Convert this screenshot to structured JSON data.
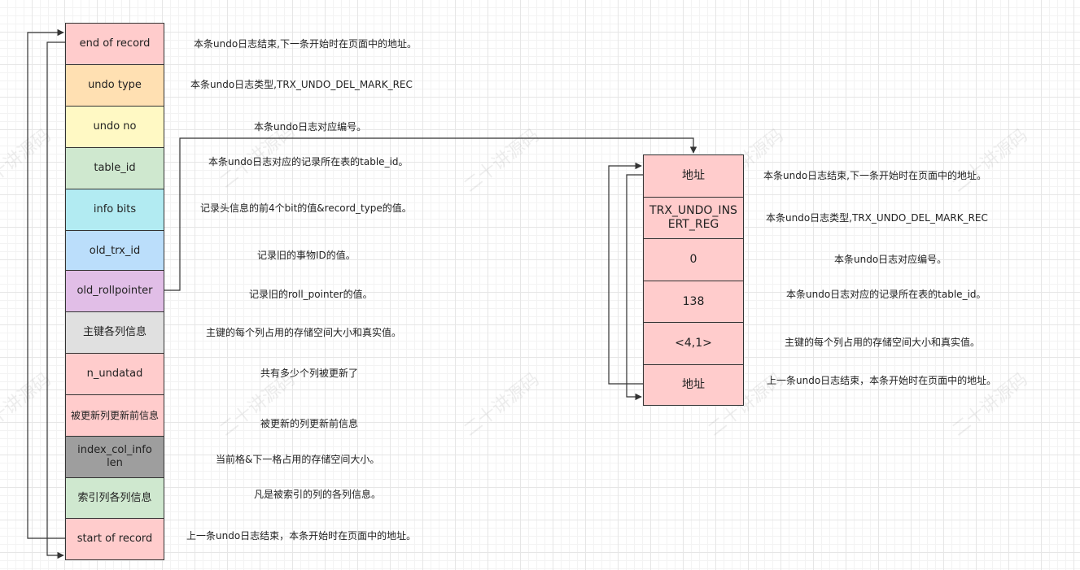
{
  "left_record": [
    {
      "label": "end of record",
      "color": "#ffcccc",
      "desc": "本条undo日志结束,下一条开始时在页面中的地址。"
    },
    {
      "label": "undo type",
      "color": "#ffe0b2",
      "desc": "本条undo日志类型,TRX_UNDO_DEL_MARK_REC"
    },
    {
      "label": "undo no",
      "color": "#fff9c4",
      "desc": "本条undo日志对应编号。"
    },
    {
      "label": "table_id",
      "color": "#cfe8cf",
      "desc": "本条undo日志对应的记录所在表的table_id。"
    },
    {
      "label": "info bits",
      "color": "#b2ebf2",
      "desc": "记录头信息的前4个bit的值&record_type的值。"
    },
    {
      "label": "old_trx_id",
      "color": "#bbdefb",
      "desc": "记录旧的事物ID的值。"
    },
    {
      "label": "old_rollpointer",
      "color": "#e1bee7",
      "desc": "记录旧的roll_pointer的值。"
    },
    {
      "label": "主键各列信息",
      "color": "#e0e0e0",
      "desc": "主键的每个列占用的存储空间大小和真实值。"
    },
    {
      "label": "n_undatad",
      "color": "#ffcccc",
      "desc": "共有多少个列被更新了"
    },
    {
      "label": "被更新列更新前信息",
      "color": "#ffcccc",
      "desc": "被更新的列更新前信息"
    },
    {
      "label": "index_col_info len",
      "color": "#9e9e9e",
      "desc": "当前格&下一格占用的存储空间大小。"
    },
    {
      "label": "索引列各列信息",
      "color": "#cfe8cf",
      "desc": "凡是被索引的列的各列信息。"
    },
    {
      "label": "start of record",
      "color": "#ffcccc",
      "desc": "上一条undo日志结束，本条开始时在页面中的地址。"
    }
  ],
  "right_record": [
    {
      "label": "地址",
      "color": "#ffcccc",
      "desc": "本条undo日志结束,下一条开始时在页面中的地址。"
    },
    {
      "label": "TRX_UNDO_INSERT_REG",
      "color": "#ffcccc",
      "desc": "本条undo日志类型,TRX_UNDO_DEL_MARK_REC"
    },
    {
      "label": "0",
      "color": "#ffcccc",
      "desc": "本条undo日志对应编号。"
    },
    {
      "label": "138",
      "color": "#ffcccc",
      "desc": "本条undo日志对应的记录所在表的table_id。"
    },
    {
      "label": "<4,1>",
      "color": "#ffcccc",
      "desc": "主键的每个列占用的存储空间大小和真实值。"
    },
    {
      "label": "地址",
      "color": "#ffcccc",
      "desc": "上一条undo日志结束，本条开始时在页面中的地址。"
    }
  ],
  "watermark": "二十讲源码",
  "colors": {
    "line": "#333333",
    "border": "#333333"
  }
}
